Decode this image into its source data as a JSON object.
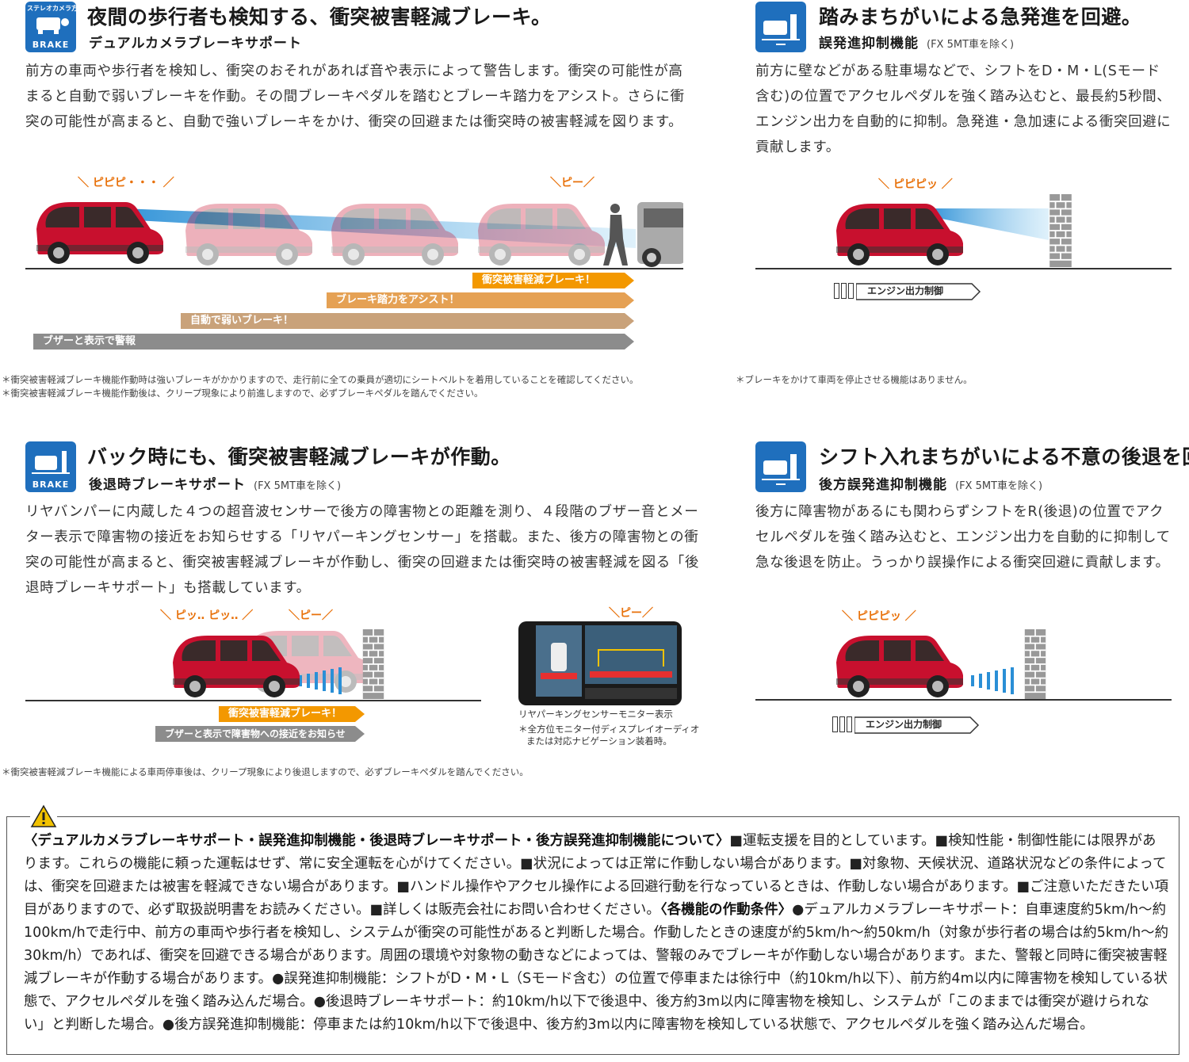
{
  "colors": {
    "icon_blue": "#1f6fbd",
    "car_red": "#c8102e",
    "beep_orange": "#e8720c",
    "bar_orange": "#f39800",
    "bar_tan": "#c9a27a",
    "bar_gray": "#8c8c8c"
  },
  "s1": {
    "icon": {
      "top": "ステレオカメラ方式",
      "cap": "BRAKE",
      "name": "camera-brake-icon"
    },
    "title": "夜間の歩行者も検知する、衝突被害軽減ブレーキ。",
    "sub": "デュアルカメラブレーキサポート",
    "body": "前方の車両や歩行者を検知し、衝突のおそれがあれば音や表示によって警告します。衝突の可能性が高まると自動で弱いブレーキを作動。その間ブレーキペダルを踏むとブレーキ踏力をアシスト。さらに衝突の可能性が高まると、自動で強いブレーキをかけ、衝突の回避または衝突時の被害軽減を図ります。",
    "beep1": "＼ ピピピ・・・ ／",
    "beep2": "＼ピー／",
    "bars": [
      "衝突被害軽減ブレーキ！",
      "ブレーキ踏力をアシスト！",
      "自動で弱いブレーキ！",
      "ブザーと表示で警報"
    ],
    "fn1": "＊衝突被害軽減ブレーキ機能作動時は強いブレーキがかかりますので、走行前に全ての乗員が適切にシートベルトを着用していることを確認してください。",
    "fn2": "＊衝突被害軽減ブレーキ機能作動後は、クリープ現象により前進しますので、必ずブレーキペダルを踏んでください。"
  },
  "s2": {
    "title": "踏みまちがいによる急発進を回避。",
    "sub": "誤発進抑制機能",
    "sub_note": "(FX 5MT車を除く)",
    "body": "前方に壁などがある駐車場などで、シフトをD・M・L(Sモード含む)の位置でアクセルペダルを強く踏み込むと、最長約5秒間、エンジン出力を自動的に抑制。急発進・急加速による衝突回避に貢献します。",
    "beep": "＼ ピピピッ ／",
    "engine": "エンジン出力制御",
    "fn": "＊ブレーキをかけて車両を停止させる機能はありません。"
  },
  "s3": {
    "icon": {
      "cap": "BRAKE"
    },
    "title": "バック時にも、衝突被害軽減ブレーキが作動。",
    "sub": "後退時ブレーキサポート",
    "sub_note": "(FX 5MT車を除く)",
    "body": "リヤバンパーに内蔵した４つの超音波センサーで後方の障害物との距離を測り、４段階のブザー音とメーター表示で障害物の接近をお知らせする「リヤパーキングセンサー」を搭載。また、後方の障害物との衝突の可能性が高まると、衝突被害軽減ブレーキが作動し、衝突の回避または衝突時の被害軽減を図る「後退時ブレーキサポート」も搭載しています。",
    "beep1": "＼ ピッ‥ ピッ‥ ／",
    "beep2": "＼ピー／",
    "beep3": "＼ピー／",
    "bars": [
      "衝突被害軽減ブレーキ！",
      "ブザーと表示で障害物への接近をお知らせ"
    ],
    "monitor_cap1": "リヤパーキングセンサーモニター表示",
    "monitor_cap2": "＊全方位モニター付ディスプレイオーディオ",
    "monitor_cap3": "または対応ナビゲーション装着時。",
    "fn": "＊衝突被害軽減ブレーキ機能による車両停車後は、クリープ現象により後退しますので、必ずブレーキペダルを踏んでください。"
  },
  "s4": {
    "title": "シフト入れまちがいによる不意の後退を回避。",
    "sub": "後方誤発進抑制機能",
    "sub_note": "(FX 5MT車を除く)",
    "body": "後方に障害物があるにも関わらずシフトをR(後退)の位置でアクセルペダルを強く踏み込むと、エンジン出力を自動的に抑制して急な後退を防止。うっかり誤操作による衝突回避に貢献します。",
    "beep": "＼ ピピピッ ／",
    "engine": "エンジン出力制御"
  },
  "warning": {
    "heading1": "〈デュアルカメラブレーキサポート・誤発進抑制機能・後退時ブレーキサポート・後方誤発進抑制機能について〉",
    "text1": "■運転支援を目的としています。■検知性能・制御性能には限界があります。これらの機能に頼った運転はせず、常に安全運転を心がけてください。■状況によっては正常に作動しない場合があります。■対象物、天候状況、道路状況などの条件によっては、衝突を回避または被害を軽減できない場合があります。■ハンドル操作やアクセル操作による回避行動を行なっているときは、作動しない場合があります。■ご注意いただきたい項目がありますので、必ず取扱説明書をお読みください。■詳しくは販売会社にお問い合わせください。",
    "heading2": "〈各機能の作動条件〉",
    "text2": "●デュアルカメラブレーキサポート：自車速度約5km/h～約100km/hで走行中、前方の車両や歩行者を検知し、システムが衝突の可能性があると判断した場合。作動したときの速度が約5km/h～約50km/h（対象が歩行者の場合は約5km/h～約30km/h）であれば、衝突を回避できる場合があります。周囲の環境や対象物の動きなどによっては、警報のみでブレーキが作動しない場合があります。また、警報と同時に衝突被害軽減ブレーキが作動する場合があります。●誤発進抑制機能：シフトがD・M・L（Sモード含む）の位置で停車または徐行中（約10km/h以下）、前方約4m以内に障害物を検知している状態で、アクセルペダルを強く踏み込んだ場合。●後退時ブレーキサポート：約10km/h以下で後退中、後方約3m以内に障害物を検知し、システムが「このままでは衝突が避けられない」と判断した場合。●後方誤発進抑制機能：停車または約10km/h以下で後退中、後方約3m以内に障害物を検知している状態で、アクセルペダルを強く踏み込んだ場合。"
  }
}
